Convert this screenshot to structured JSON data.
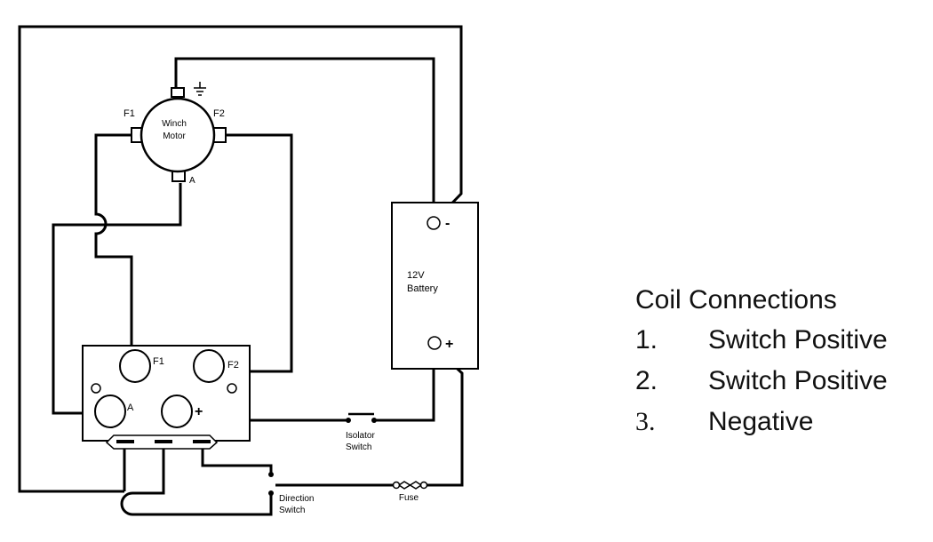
{
  "motor": {
    "name_line1": "Winch",
    "name_line2": "Motor",
    "f1": "F1",
    "f2": "F2",
    "a": "A"
  },
  "battery": {
    "name_line1": "12V",
    "name_line2": "Battery",
    "neg": "-",
    "pos": "+"
  },
  "solenoid": {
    "f1": "F1",
    "f2": "F2",
    "a": "A",
    "pos": "+"
  },
  "isolator": {
    "line1": "Isolator",
    "line2": "Switch"
  },
  "direction": {
    "line1": "Direction",
    "line2": "Switch"
  },
  "fuse": {
    "label": "Fuse"
  },
  "legend": {
    "title": "Coil Connections",
    "items": [
      {
        "num": "1.",
        "text": "Switch Positive"
      },
      {
        "num": "2.",
        "text": "Switch Positive"
      },
      {
        "num": "3.",
        "text": "Negative"
      }
    ]
  }
}
